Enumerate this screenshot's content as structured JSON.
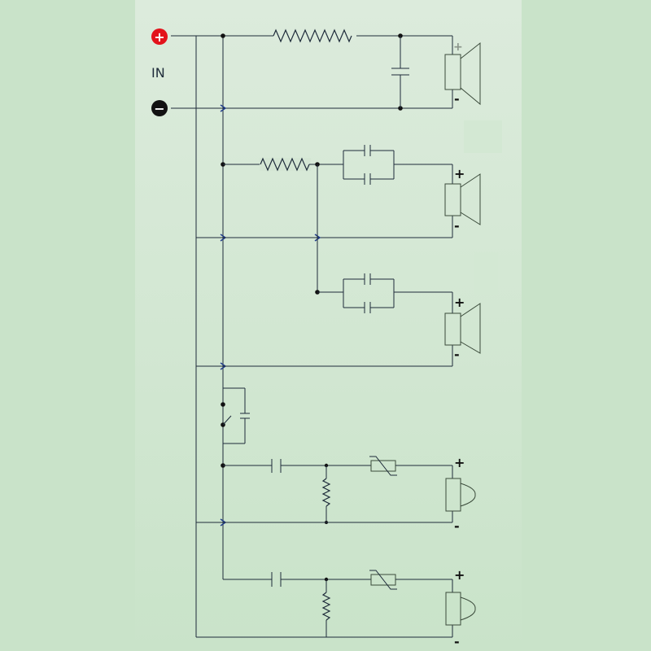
{
  "input": {
    "label": "IN",
    "plus_terminal": "+",
    "minus_terminal": "−",
    "plus_color": "#e3131b",
    "minus_color": "#111111"
  },
  "speakers": [
    {
      "id": "woofer-1",
      "plus": "+",
      "minus": "-",
      "type": "cone"
    },
    {
      "id": "mid-1",
      "plus": "+",
      "minus": "-",
      "type": "cone"
    },
    {
      "id": "mid-2",
      "plus": "+",
      "minus": "-",
      "type": "cone"
    },
    {
      "id": "tweeter-1",
      "plus": "+",
      "minus": "-",
      "type": "dome"
    },
    {
      "id": "tweeter-2",
      "plus": "+",
      "minus": "-",
      "type": "dome"
    }
  ],
  "colors": {
    "background": "#c9e3c9",
    "wire": "#1e2b3a",
    "crossing_hop": "#1e3a8a"
  }
}
